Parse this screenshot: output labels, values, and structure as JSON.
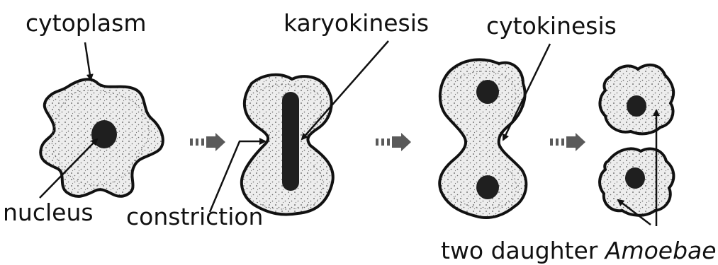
{
  "labels": {
    "cytoplasm": "cytoplasm",
    "nucleus": "nucleus",
    "karyokinesis": "karyokinesis",
    "constriction": "constriction",
    "cytokinesis": "cytokinesis",
    "two_daughter": "two daughter",
    "amoebae": "Amoebae"
  },
  "colors": {
    "outline": "#111111",
    "cell_fill": "#ededed",
    "nucleus_fill": "#1f1f1f",
    "arrow_fill": "#5a5a5a"
  }
}
